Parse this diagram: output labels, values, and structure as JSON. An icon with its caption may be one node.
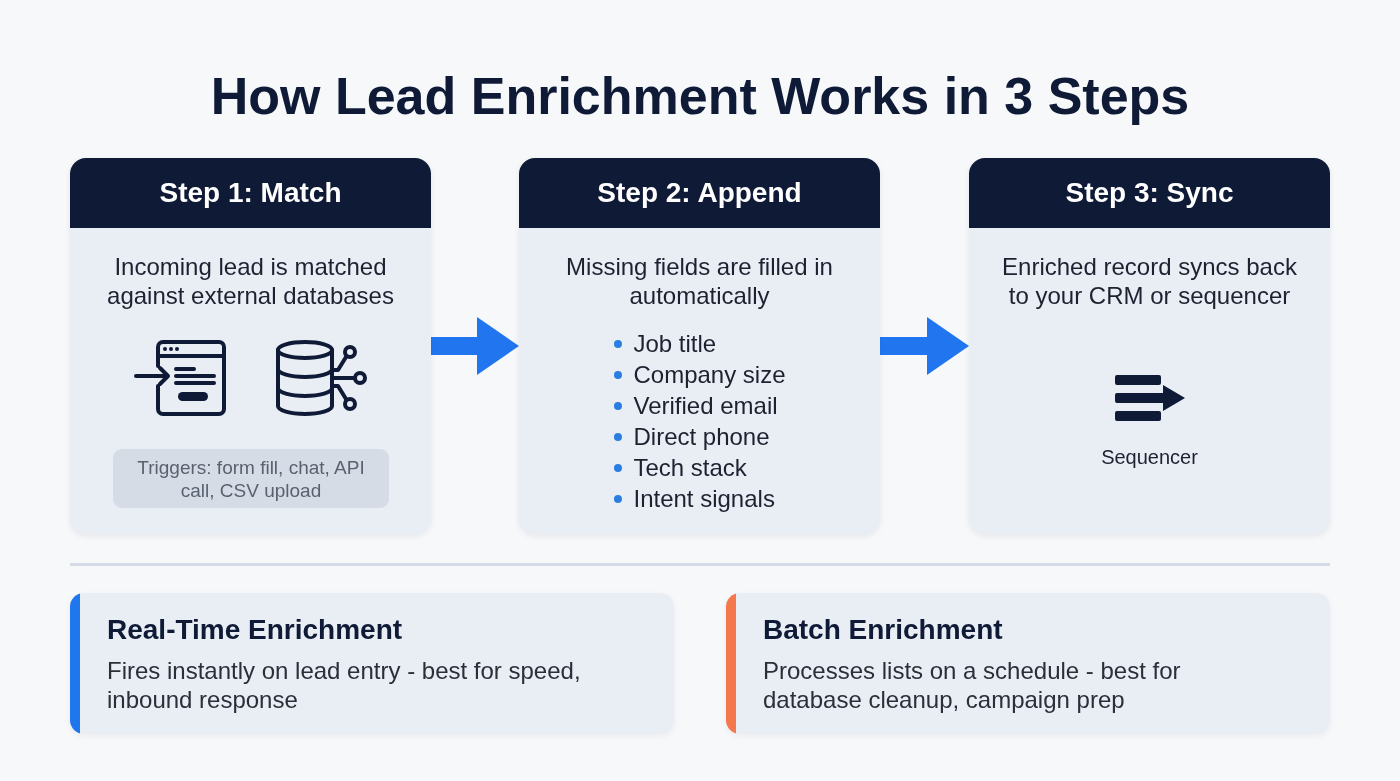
{
  "diagram": {
    "title": "How Lead Enrichment Works in 3 Steps",
    "nodes": [
      {
        "text": [
          "Step 1: Match",
          "Incoming lead is matched against external databases"
        ]
      },
      {
        "text": [
          "Triggers: form fill, chat, API call, CSV upload"
        ],
        "in": 0
      },
      {
        "text": [
          "Step 2: Append",
          "Missing fields are filled in automatically",
          "Job title",
          "Company size",
          "Verified email",
          "Direct phone",
          "Tech stack",
          "Intent signals"
        ]
      },
      {
        "text": [
          "Step 3: Sync",
          "Enriched record syncs back to your CRM or sequencer",
          "Sequencer"
        ]
      },
      {
        "text": [
          "Real-Time Enrichment",
          "Fires instantly on lead entry - best for speed, inbound response"
        ]
      },
      {
        "text": [
          "Batch Enrichment",
          "Processes lists on a schedule - best for database cleanup, campaign prep"
        ]
      }
    ],
    "edges": [
      {
        "from": 0,
        "to": 2,
        "arrow": "to"
      },
      {
        "from": 2,
        "to": 3,
        "arrow": "to"
      }
    ]
  }
}
